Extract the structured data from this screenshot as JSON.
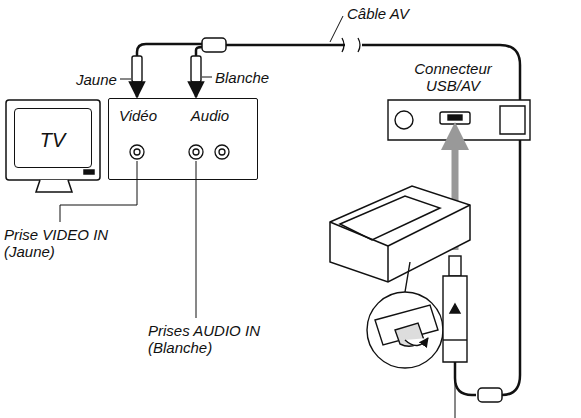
{
  "diagram": {
    "nodes": [
      {
        "text": [
          "TV"
        ]
      },
      {
        "text": [
          "Vidéo",
          "Audio"
        ]
      }
    ],
    "labels": [
      "Câble AV",
      "Jaune",
      "Blanche",
      "Connecteur USB/AV",
      "Prise VIDEO IN (Jaune)",
      "Prises AUDIO IN (Blanche)"
    ]
  }
}
